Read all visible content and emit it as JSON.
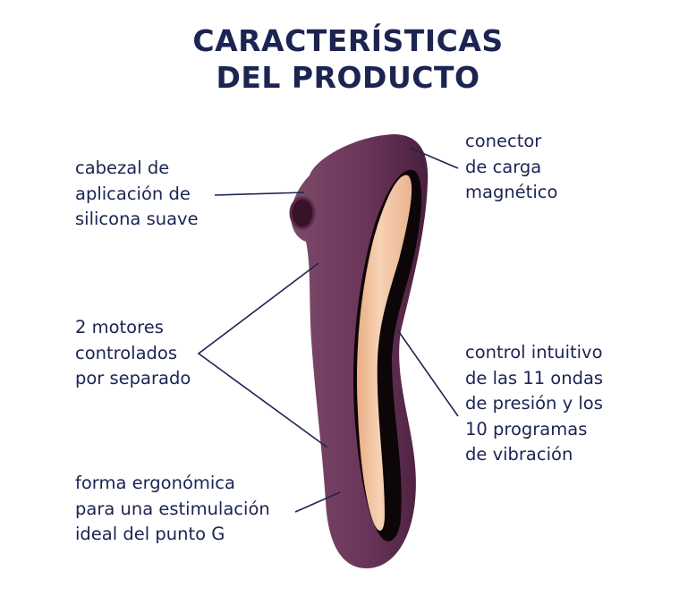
{
  "title": {
    "line1": "CARACTERÍSTICAS",
    "line2": "DEL PRODUCTO"
  },
  "features": {
    "head": {
      "lines": [
        "cabezal de",
        "aplicación de",
        "silicona suave"
      ]
    },
    "connector": {
      "lines": [
        "conector",
        "de carga",
        "magnético"
      ]
    },
    "motors": {
      "lines": [
        "2 motores",
        "controlados",
        "por separado"
      ]
    },
    "control": {
      "lines": [
        "control intuitivo",
        "de las 11 ondas",
        "de presión y los",
        "10 programas",
        "de vibración"
      ]
    },
    "shape": {
      "lines": [
        "forma ergonómica",
        "para una estimulación",
        "ideal del punto G"
      ]
    }
  },
  "colors": {
    "text": "#1c2452",
    "body_purple": "#6e3a5c",
    "body_dark": "#4a2040",
    "gold": "#f2c4a0",
    "background": "#ffffff"
  }
}
